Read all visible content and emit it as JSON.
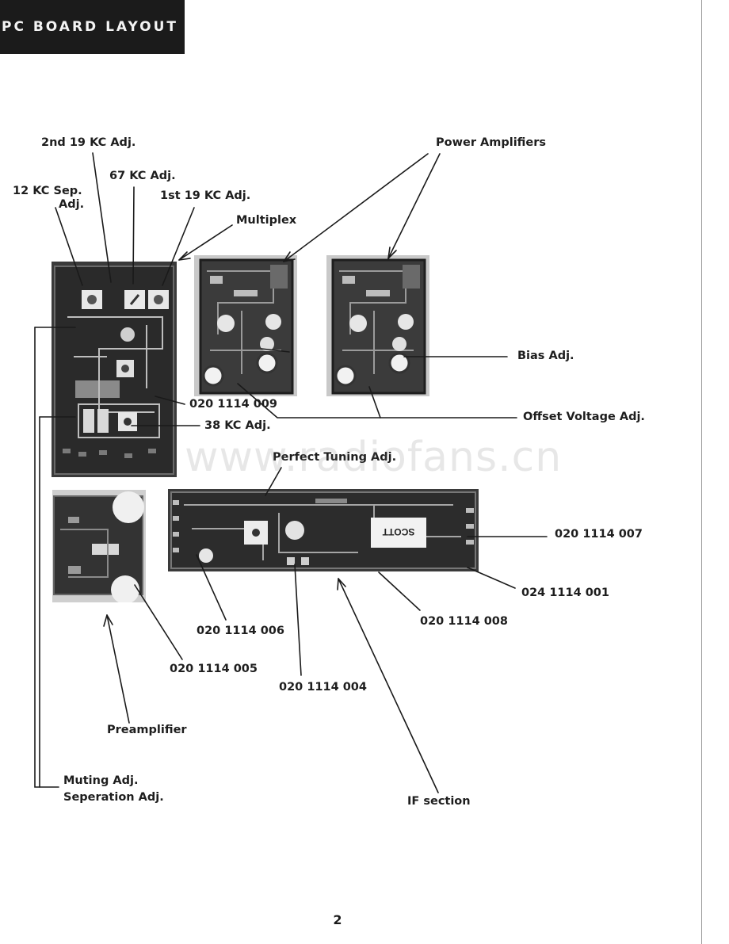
{
  "document": {
    "section_title": "PC BOARD LAYOUT",
    "page_number": "2",
    "watermark": "www.radiofans.cn"
  },
  "labels": {
    "second_19kc_adj": "2nd 19 KC Adj.",
    "kc67_adj": "67 KC Adj.",
    "kc12_sep_adj_line1": "12 KC Sep.",
    "kc12_sep_adj_line2": "Adj.",
    "first_19kc_adj": "1st 19 KC Adj.",
    "multiplex": "Multiplex",
    "power_amplifiers": "Power Amplifiers",
    "bias_adj": "Bias Adj.",
    "offset_voltage_adj": "Offset Voltage Adj.",
    "part_020_1114_009": "020 1114 009",
    "kc38_adj": "38 KC Adj.",
    "perfect_tuning_adj": "Perfect Tuning Adj.",
    "part_020_1114_007": "020 1114 007",
    "part_024_1114_001": "024 1114 001",
    "part_020_1114_008": "020 1114 008",
    "part_020_1114_006": "020 1114 006",
    "part_020_1114_005": "020 1114 005",
    "part_020_1114_004": "020 1114 004",
    "preamplifier": "Preamplifier",
    "muting_adj": "Muting Adj.",
    "seperation_adj": "Seperation Adj.",
    "if_section": "IF section",
    "board_imprint": "SCOTT"
  }
}
